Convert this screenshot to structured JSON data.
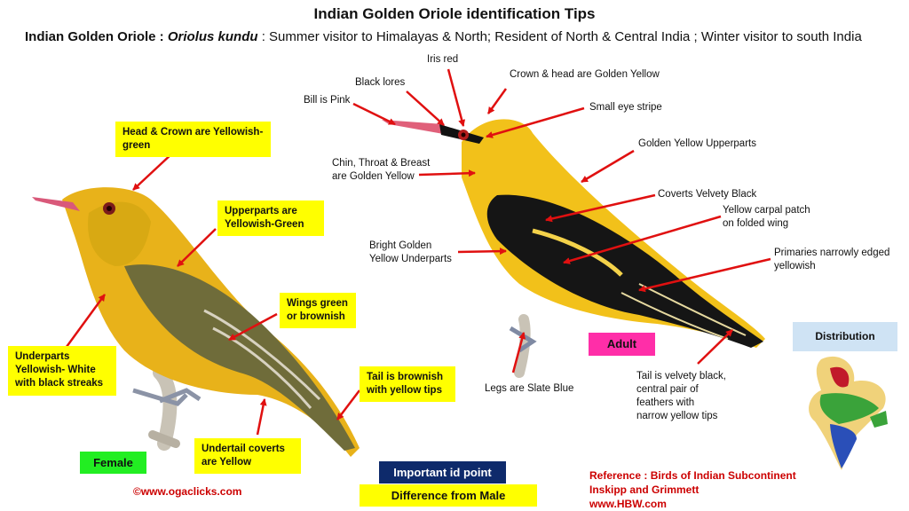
{
  "title": "Indian Golden Oriole identification Tips",
  "subtitle": {
    "bird": "Indian Golden Oriole",
    "sep": " : ",
    "latin": "Oriolus kundu",
    "rest": " :  Summer visitor to Himalayas  & North; Resident of North & Central India ; Winter visitor to south India"
  },
  "male_labels": {
    "iris": "Iris red",
    "lores": "Black lores",
    "bill": "Bill is Pink",
    "crown": "Crown & head are Golden Yellow",
    "eye_stripe": "Small eye stripe",
    "upperparts": "Golden Yellow Upperparts",
    "chin_1": "Chin, Throat  & Breast",
    "chin_2": "are Golden Yellow",
    "coverts": "Coverts Velvety Black",
    "carpal_1": "Yellow carpal patch",
    "carpal_2": "on folded wing",
    "underparts_1": "Bright Golden",
    "underparts_2": "Yellow Underparts",
    "primaries_1": "Primaries narrowly edged",
    "primaries_2": "yellowish",
    "legs": "Legs are Slate Blue",
    "tail_1": "Tail is velvety black,",
    "tail_2": "central pair of",
    "tail_3": "feathers with",
    "tail_4": "narrow yellow tips"
  },
  "female_labels": {
    "head_1": "Head & Crown are Yellowish-",
    "head_2": "green",
    "upper_1": "Upperparts are",
    "upper_2": "Yellowish-Green",
    "wings_1": "Wings green",
    "wings_2": "or brownish",
    "under_1": "Underparts",
    "under_2": "Yellowish- White",
    "under_3": "with black streaks",
    "tailtip_1": "Tail is brownish",
    "tailtip_2": "with yellow tips",
    "undertail_1": "Undertail coverts",
    "undertail_2": "are Yellow"
  },
  "tags": {
    "female": "Female",
    "adult": "Adult",
    "distribution": "Distribution"
  },
  "legend": {
    "important": "Important  id point",
    "difference": "Difference from Male"
  },
  "credits": {
    "site": "©www.ogaclicks.com",
    "ref_1": "Reference : Birds of Indian Subcontinent",
    "ref_2": "Inskipp and Grimmett",
    "ref_3": "www.HBW.com"
  },
  "colors": {
    "tag_green": "#22ee22",
    "tag_pink": "#ff2ea8",
    "box_yellow": "#ffff00",
    "legend_navy": "#0e2a6b",
    "distribution_bg": "#cfe3f4",
    "arrow_red": "#e01010",
    "credit_red": "#cc0000"
  }
}
